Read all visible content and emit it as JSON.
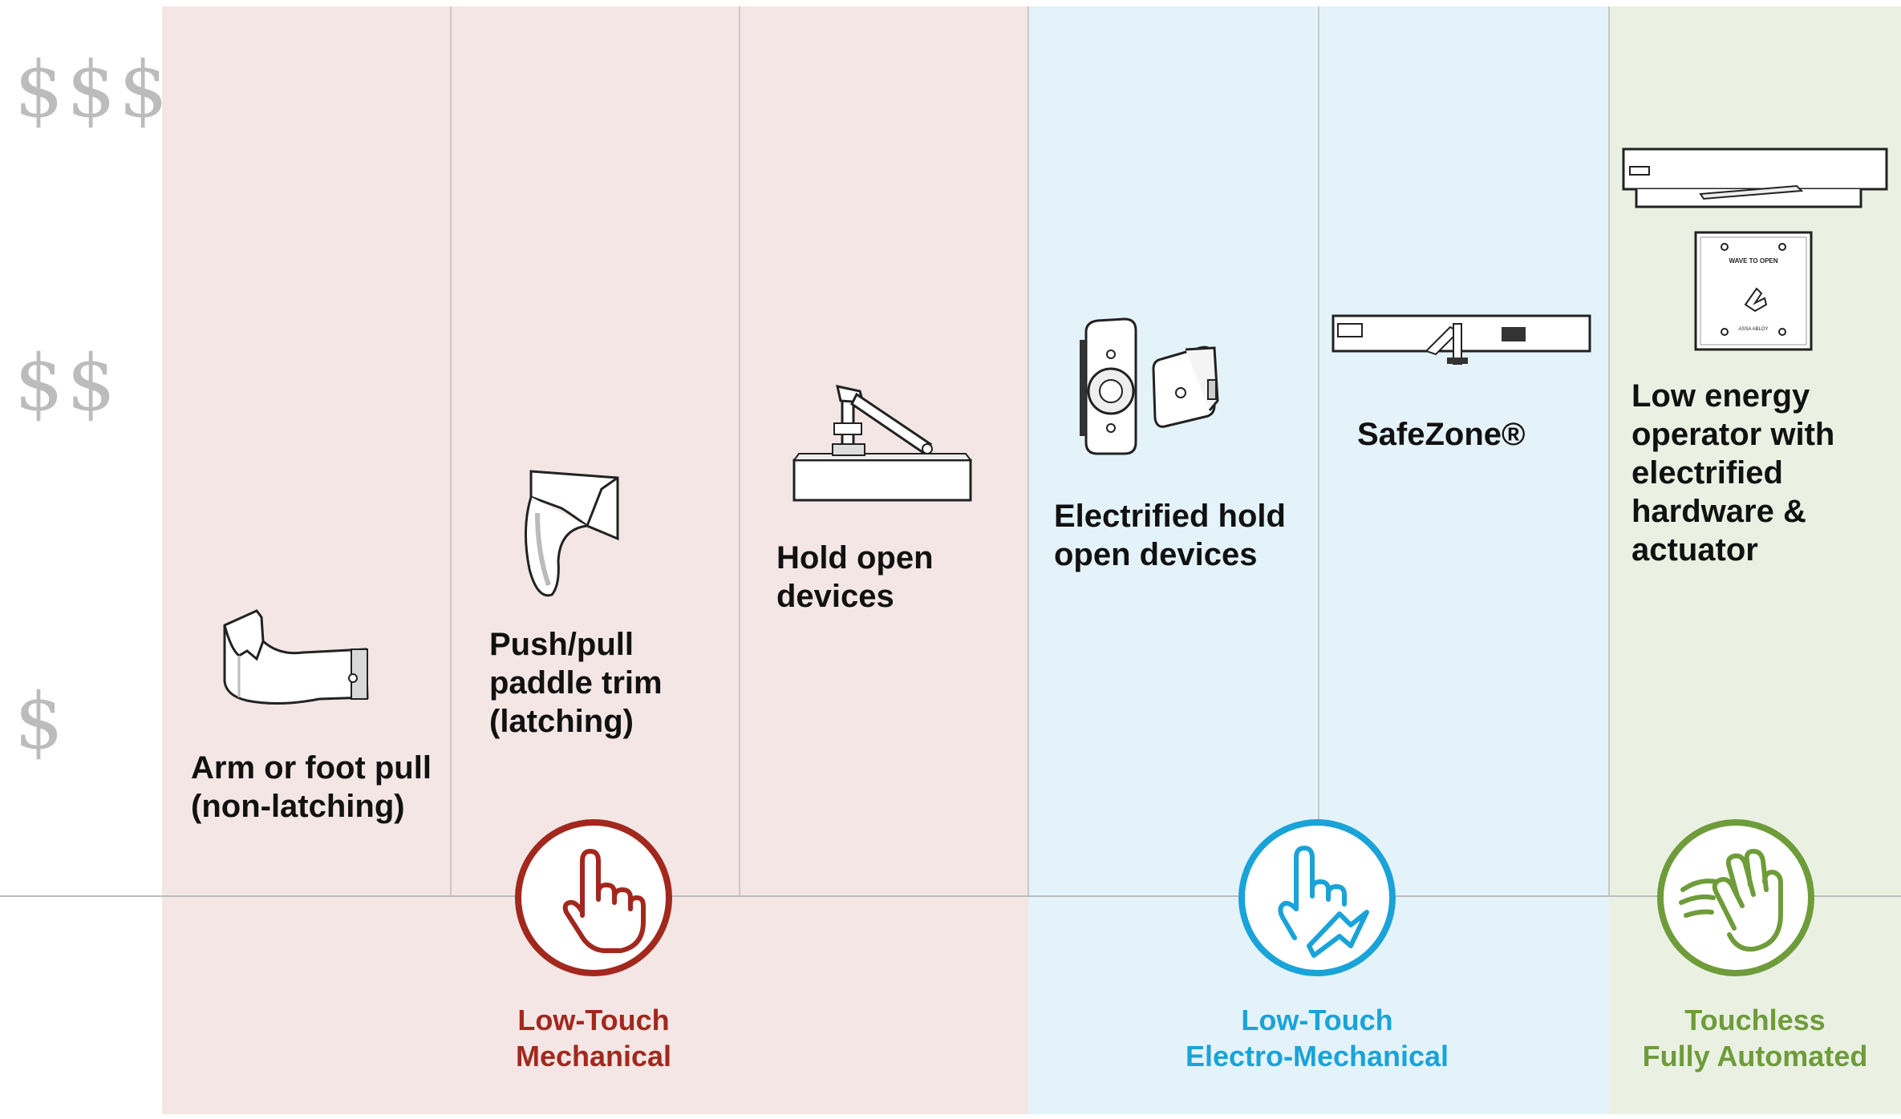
{
  "colors": {
    "mechanical": "#a2281e",
    "electro_mechanical": "#1aa3d8",
    "touchless": "#6e9c3a"
  },
  "price_scale": {
    "high": "$$$",
    "medium": "$$",
    "low": "$"
  },
  "products": [
    {
      "lines": [
        "Arm or foot pull",
        "(non-latching)"
      ],
      "icon": "arm-foot-pull-icon"
    },
    {
      "lines": [
        "Push/pull",
        "paddle trim",
        "(latching)"
      ],
      "icon": "paddle-trim-icon"
    },
    {
      "lines": [
        "Hold open",
        "devices"
      ],
      "icon": "door-closer-icon"
    },
    {
      "lines": [
        "Electrified hold",
        "open devices"
      ],
      "icon": "magnetic-holder-icon"
    },
    {
      "lines": [
        "SafeZone®"
      ],
      "icon": "safezone-operator-icon"
    },
    {
      "lines": [
        "Low energy",
        "operator with",
        "electrified",
        "hardware &",
        "actuator"
      ],
      "icon": "low-energy-operator-icon"
    }
  ],
  "actuator_plate_text": {
    "top": "WAVE TO OPEN",
    "bottom": "ASSA ABLOY"
  },
  "categories": [
    {
      "lines": [
        "Low-Touch",
        "Mechanical"
      ],
      "icon": "finger-touch-icon"
    },
    {
      "lines": [
        "Low-Touch",
        "Electro-Mechanical"
      ],
      "icon": "finger-lightning-icon"
    },
    {
      "lines": [
        "Touchless",
        "Fully Automated"
      ],
      "icon": "wave-hand-icon"
    }
  ]
}
